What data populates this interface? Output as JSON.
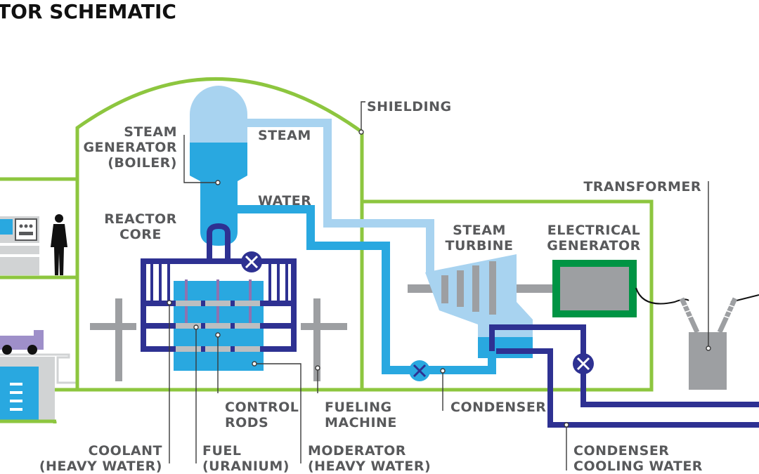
{
  "title": "TOR SCHEMATIC",
  "labels": {
    "shielding": "SHIELDING",
    "steam_generator": [
      "STEAM",
      "GENERATOR",
      "(BOILER)"
    ],
    "steam": "STEAM",
    "water": "WATER",
    "reactor_core": [
      "REACTOR",
      "CORE"
    ],
    "transformer": "TRANSFORMER",
    "steam_turbine": [
      "STEAM",
      "TURBINE"
    ],
    "electrical_generator": [
      "ELECTRICAL",
      "GENERATOR"
    ],
    "control_rods": [
      "CONTROL",
      "RODS"
    ],
    "fueling_machine": [
      "FUELING",
      "MACHINE"
    ],
    "condenser": "CONDENSER",
    "coolant": [
      "COOLANT",
      "(HEAVY WATER)"
    ],
    "fuel": [
      "FUEL",
      "(URANIUM)"
    ],
    "moderator": [
      "MODERATOR",
      "(HEAVY WATER)"
    ],
    "condenser_cooling_water": [
      "CONDENSER",
      "COOLING WATER"
    ]
  },
  "colors": {
    "shielding_green": "#8dc63f",
    "steam_light_blue": "#a8d3f0",
    "water_blue": "#29a8e0",
    "coolant_navy": "#2e3192",
    "generator_green": "#009444",
    "machinery_gray": "#9d9fa2",
    "label_gray": "#58595b"
  }
}
